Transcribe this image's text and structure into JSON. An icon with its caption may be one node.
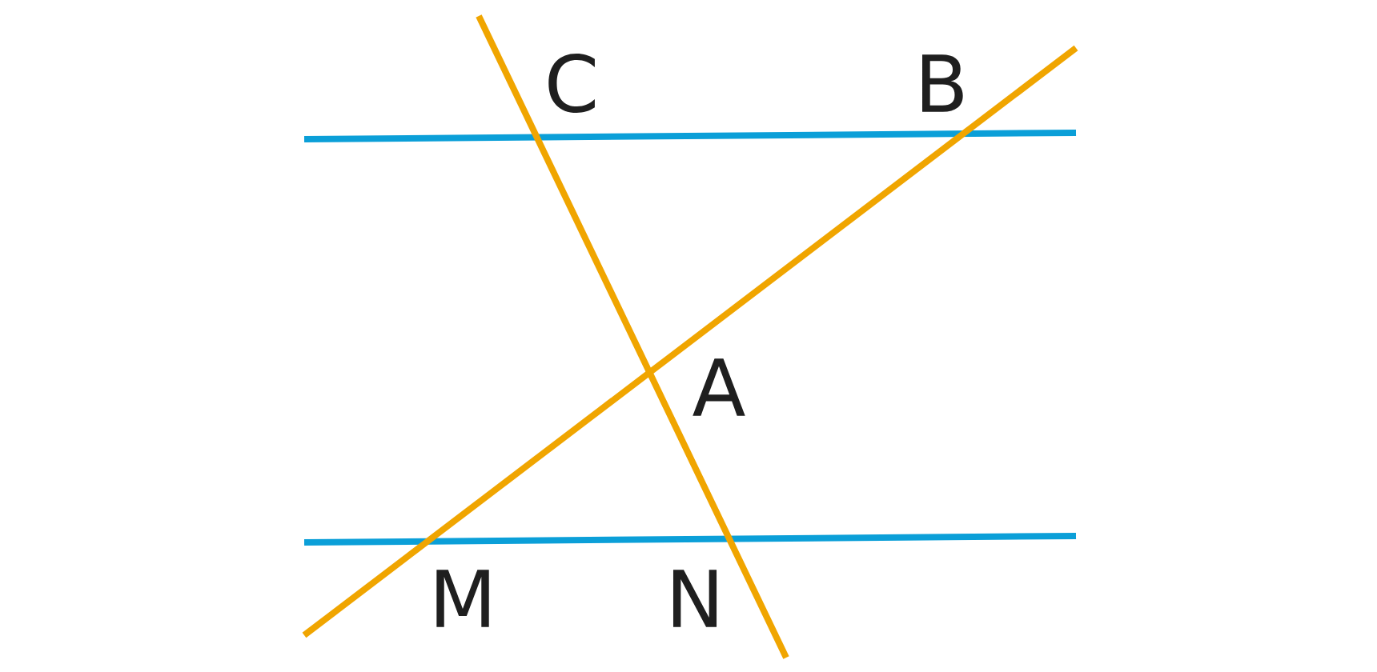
{
  "diagram": {
    "labels": [
      "C",
      "B",
      "A",
      "M",
      "N"
    ]
  }
}
